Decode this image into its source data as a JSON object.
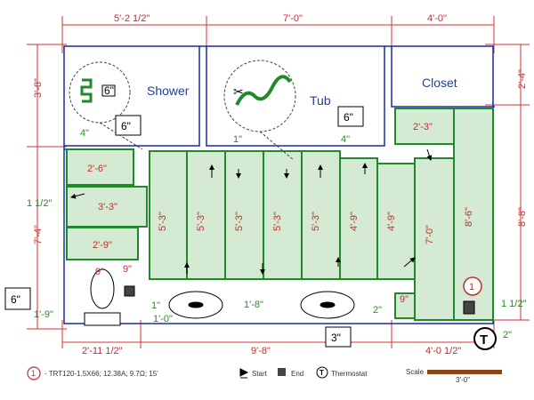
{
  "rooms": {
    "shower": "Shower",
    "tub": "Tub",
    "closet": "Closet"
  },
  "top_dims": [
    "5'-2 1/2\"",
    "7'-0\"",
    "4'-0\""
  ],
  "bottom_dims": [
    "2'-11 1/2\"",
    "9'-8\"",
    "4'-0 1/2\""
  ],
  "left_dims": [
    "3'-8\"",
    "7'-4\"",
    "1 1/2\"",
    "1'-9\""
  ],
  "right_dims": [
    "2'-4\"",
    "8'-8\"",
    "1 1/2\"",
    "2\""
  ],
  "mat_labels": [
    "2'-6\"",
    "3'-3\"",
    "2'-9\"",
    "5'-3\"",
    "5'-3\"",
    "5'-3\"",
    "5'-3\"",
    "5'-3\"",
    "4'-9\"",
    "4'-9\"",
    "7'-0\"",
    "8'-6\"",
    "2'-3\""
  ],
  "small_dims": {
    "four_left": "4\"",
    "one_top": "1\"",
    "four_right": "4\"",
    "nine_left": "9\"",
    "nine_left2": "9\"",
    "nine_right": "9\"",
    "one_inch": "1\"",
    "one_ft": "1'-0\"",
    "one_eight": "1'-8\"",
    "two_in": "2\""
  },
  "boxed": {
    "six_left": "6\"",
    "six_top": "6\"",
    "six_right": "6\"",
    "three": "3\"",
    "callout": "6\""
  },
  "legend": {
    "circle_num": "1",
    "product": "- TRT120-1.5X66; 12.38A; 9.7Ω; 15'",
    "start": "Start",
    "end": "End",
    "thermostat": "Thermostat",
    "thermo_symbol": "T",
    "scale": "Scale",
    "scale_len": "3'-0\""
  },
  "colors": {
    "wall": "#1a2aa8",
    "dim": "#d43030",
    "mat_fill": "#d4ead2",
    "mat_stroke": "#1f8a2a"
  }
}
